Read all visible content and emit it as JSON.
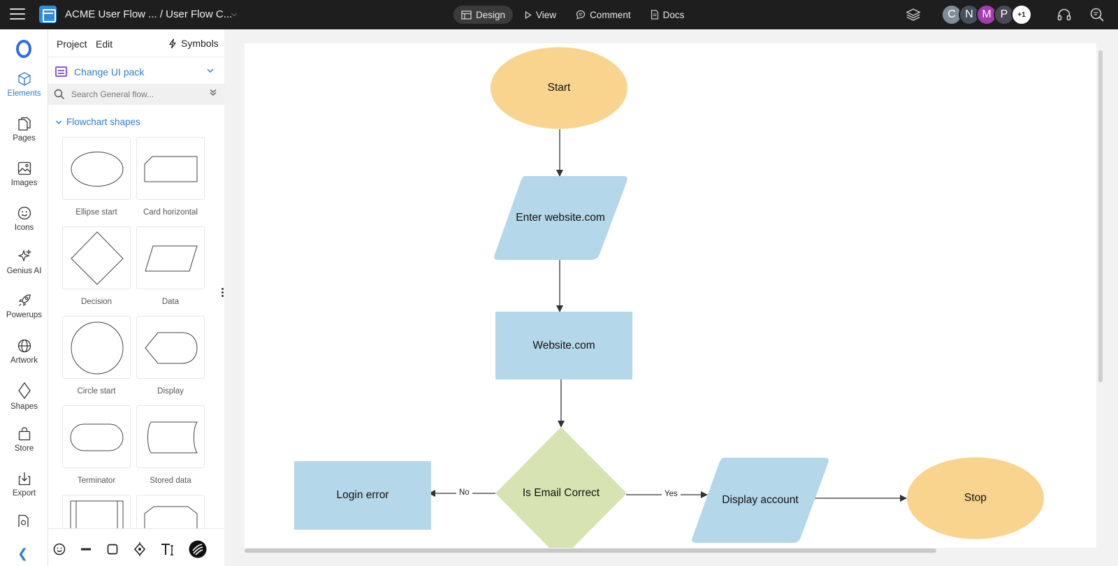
{
  "topbar": {
    "title": "ACME User Flow ... / User Flow C...",
    "modes": [
      {
        "label": "Design"
      },
      {
        "label": "View"
      },
      {
        "label": "Comment"
      },
      {
        "label": "Docs"
      }
    ],
    "avatars": [
      {
        "initial": "C",
        "color": "#7f8f99"
      },
      {
        "initial": "N",
        "color": "#45525d"
      },
      {
        "initial": "M",
        "color": "#a63ab3"
      },
      {
        "initial": "P",
        "color": "#4a4a55"
      }
    ],
    "more_count": "+1"
  },
  "rail": {
    "items": [
      {
        "label": "Elements",
        "icon": "cube-icon"
      },
      {
        "label": "Pages",
        "icon": "pages-icon"
      },
      {
        "label": "Images",
        "icon": "image-icon"
      },
      {
        "label": "Icons",
        "icon": "smiley-icon"
      },
      {
        "label": "Genius AI",
        "icon": "sparkle-icon"
      },
      {
        "label": "Powerups",
        "icon": "rocket-icon"
      },
      {
        "label": "Artwork",
        "icon": "globe-icon"
      },
      {
        "label": "Shapes",
        "icon": "diamond-icon"
      },
      {
        "label": "Store",
        "icon": "bag-icon"
      },
      {
        "label": "Export",
        "icon": "export-icon"
      }
    ]
  },
  "panel": {
    "tabs": [
      "Project",
      "Edit"
    ],
    "symbols_label": "Symbols",
    "ui_pack_label": "Change UI pack",
    "search_placeholder": "Search General flow...",
    "section_title": "Flowchart shapes",
    "shapes": [
      {
        "label": "Ellipse start"
      },
      {
        "label": "Card horizontal"
      },
      {
        "label": "Decision"
      },
      {
        "label": "Data"
      },
      {
        "label": "Circle start"
      },
      {
        "label": "Display"
      },
      {
        "label": "Terminator"
      },
      {
        "label": "Stored data"
      }
    ]
  },
  "diagram": {
    "colors": {
      "terminal": "#f8d48f",
      "io": "#b5d7ea",
      "process": "#b5d7ea",
      "decision": "#d7e3b2",
      "edge": "#333333"
    },
    "nodes": {
      "start": "Start",
      "enter_site": "Enter website.com",
      "website": "Website.com",
      "decision": "Is Email Correct",
      "login_error": "Login error",
      "display_account": "Display account",
      "stop": "Stop"
    },
    "edge_labels": {
      "no": "No",
      "yes": "Yes"
    }
  }
}
